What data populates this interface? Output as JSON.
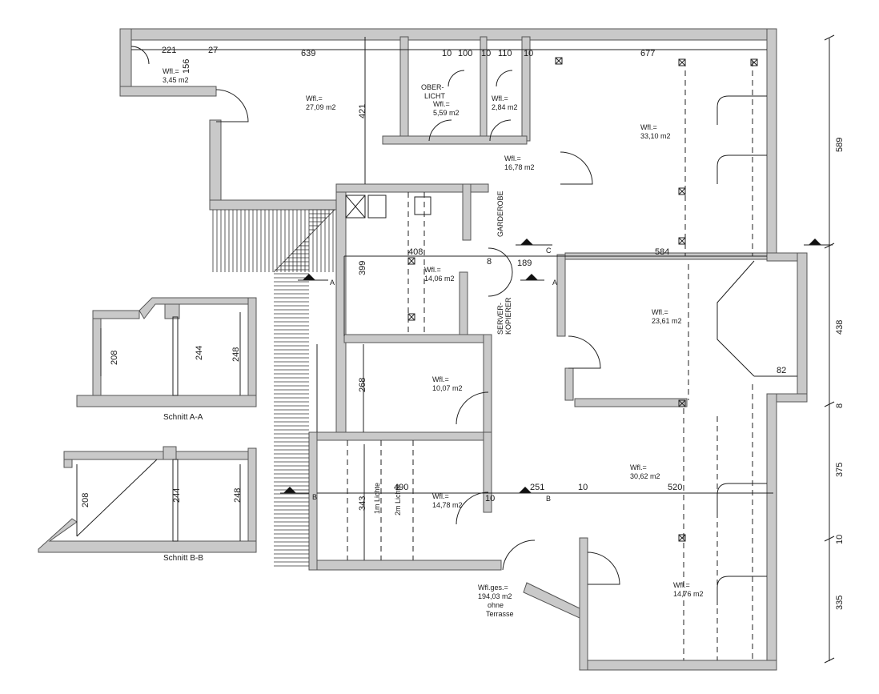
{
  "rooms": [
    {
      "label": "Wfl.=",
      "area": "3,45 m2"
    },
    {
      "label": "Wfl.=",
      "area": "27,09 m2"
    },
    {
      "label": "Wfl.=",
      "area": "5,59 m2"
    },
    {
      "label": "Wfl.=",
      "area": "2,84 m2"
    },
    {
      "label": "Wfl.=",
      "area": "16,78 m2"
    },
    {
      "label": "Wfl.=",
      "area": "33,10 m2"
    },
    {
      "label": "Wfl.=",
      "area": "14,06 m2"
    },
    {
      "label": "Wfl.=",
      "area": "23,61 m2"
    },
    {
      "label": "Wfl.=",
      "area": "10,07 m2"
    },
    {
      "label": "Wfl.=",
      "area": "30,62 m2"
    },
    {
      "label": "Wfl.=",
      "area": "14,78 m2"
    },
    {
      "label": "Wfl.=",
      "area": "14,76 m2"
    }
  ],
  "total": {
    "line1": "Wfl.ges.=",
    "line2": "194,03 m2",
    "line3": "ohne",
    "line4": "Terrasse"
  },
  "room_labels": {
    "oberlicht_1": "OBER-",
    "oberlicht_2": "LICHT",
    "garderobe": "GARDEROBE",
    "server_1": "SERVER-",
    "server_2": "KOPIERER",
    "lichte_1m": "1m Lichte",
    "lichte_2m": "2m Lichte"
  },
  "dimensions": {
    "d221": "221",
    "d156": "156",
    "d27": "27",
    "d639": "639",
    "d10a": "10",
    "d100": "100",
    "d10b": "10",
    "d110": "110",
    "d10c": "10",
    "d677": "677",
    "d421": "421",
    "d589": "589",
    "d408": "408",
    "d399": "399",
    "d8a": "8",
    "d189": "189",
    "d584": "584",
    "d438": "438",
    "d82": "82",
    "d268": "268",
    "d8b": "8",
    "d375": "375",
    "d343": "343",
    "d490": "490",
    "d251": "251",
    "d10d": "10",
    "d10e": "10",
    "d520": "520",
    "d10f": "10",
    "d335": "335",
    "sa208": "208",
    "sa244": "244",
    "sa248": "248",
    "sb208": "208",
    "sb244": "244",
    "sb248": "248"
  },
  "section_marks": {
    "a1": "A",
    "a2": "A",
    "b1": "B",
    "b2": "B",
    "c1": "C"
  },
  "captions": {
    "section_aa": "Schnitt A-A",
    "section_bb": "Schnitt B-B"
  }
}
